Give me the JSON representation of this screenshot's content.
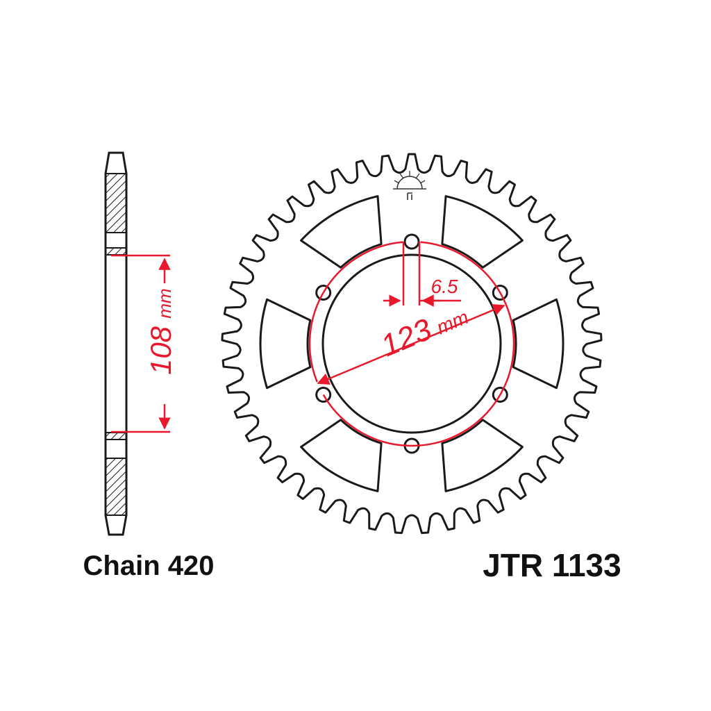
{
  "side_view": {
    "height_dim": "108",
    "height_unit": "mm"
  },
  "front_view": {
    "pcd_value": "123",
    "pcd_unit": "mm",
    "bolt_hole_dim": "6.5",
    "tooth_count": 45,
    "bolt_count": 6
  },
  "captions": {
    "chain": "Chain 420",
    "part_number": "JTR 1133"
  },
  "colors": {
    "outline": "#1a1a1a",
    "dimension": "#e8192c"
  }
}
